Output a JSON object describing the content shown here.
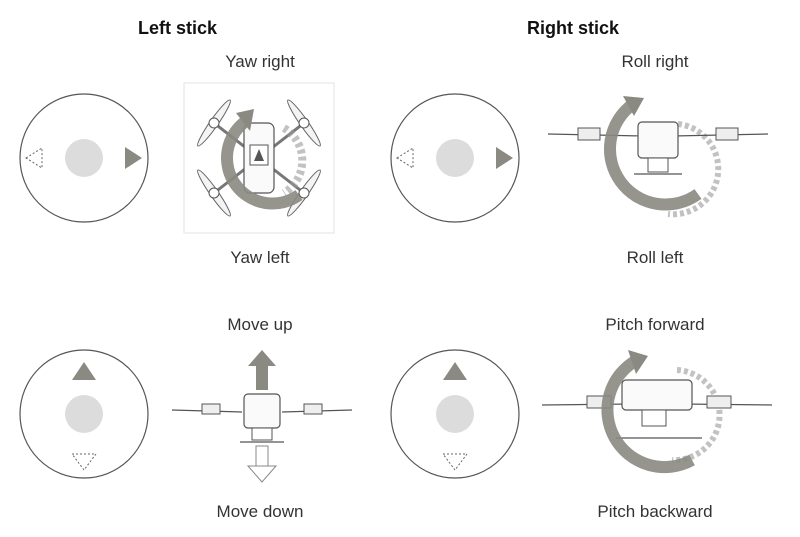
{
  "left_title": "Left stick",
  "right_title": "Right stick",
  "labels": {
    "yaw_right": "Yaw right",
    "yaw_left": "Yaw left",
    "roll_right": "Roll right",
    "roll_left": "Roll left",
    "move_up": "Move up",
    "move_down": "Move down",
    "pitch_forward": "Pitch forward",
    "pitch_backward": "Pitch backward"
  },
  "colors": {
    "arrow_dark": "#8a8a82",
    "stick_dot": "#dcdcdc",
    "line": "#555555"
  }
}
